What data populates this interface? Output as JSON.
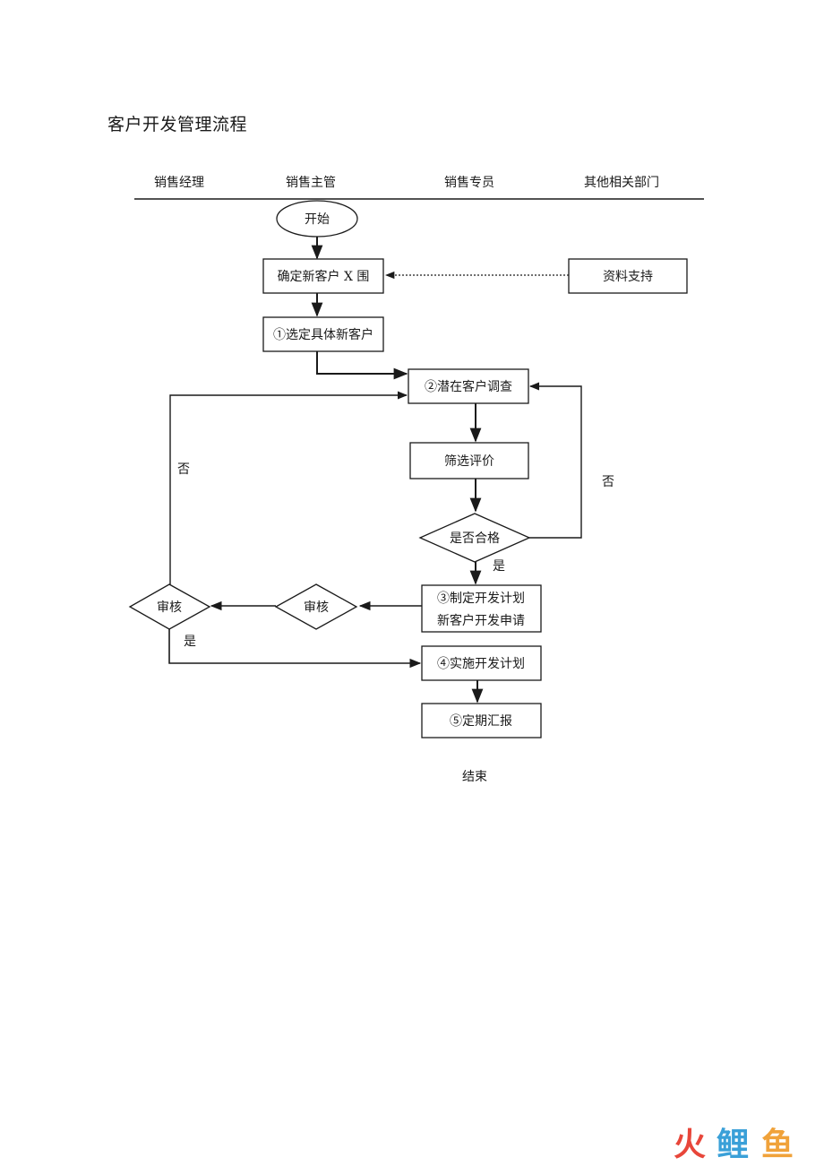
{
  "title": "客户开发管理流程",
  "lanes": [
    "销售经理",
    "销售主管",
    "销售专员",
    "其他相关部门"
  ],
  "nodes": {
    "start": "开始",
    "define_scope": "确定新客户 X 围",
    "data_support": "资料支持",
    "select_customers": "①选定具体新客户",
    "potential_survey": "②潜在客户调查",
    "screen_evaluate": "筛选评价",
    "qualified": "是否合格",
    "plan_line1": "③制定开发计划",
    "plan_line2": "新客户开发申请",
    "review_supervisor": "审核",
    "review_manager": "审核",
    "implement": "④实施开发计划",
    "report": "⑤定期汇报",
    "end": "结束"
  },
  "edge_labels": {
    "qualified_no": "否",
    "qualified_yes": "是",
    "review_no": "否",
    "review_yes": "是"
  },
  "watermark": {
    "text": "火鲤鱼",
    "colors": [
      "#e8463a",
      "#3aa0d8",
      "#f0a23a"
    ]
  }
}
